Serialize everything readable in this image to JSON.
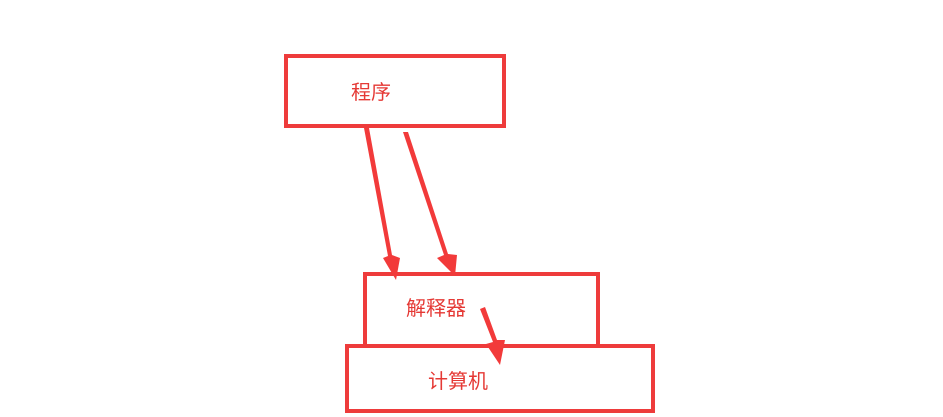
{
  "nodes": {
    "program": {
      "label": "程序"
    },
    "interpreter": {
      "label": "解释器"
    },
    "computer": {
      "label": "计算机"
    }
  },
  "colors": {
    "stroke": "#ee3b3b",
    "text": "#e53935",
    "arrow": "#f23a3a",
    "background": "#ffffff"
  }
}
